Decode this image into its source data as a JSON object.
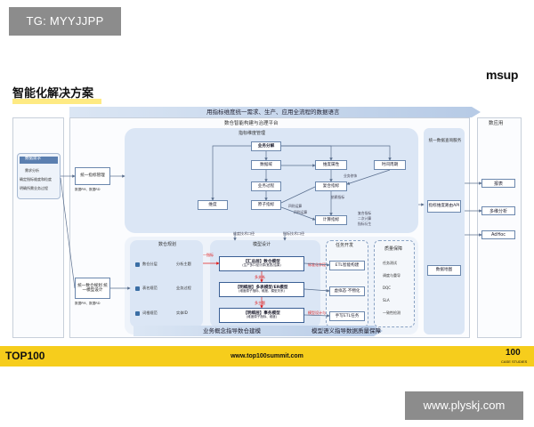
{
  "watermarks": {
    "top": "TG: MYYJJPP",
    "bottom": "www.plyskj.com"
  },
  "slide": {
    "title": "智能化解决方案",
    "logo": "msup",
    "top_arrow": "用指标维度统一需求、生产、应用全流程的数据语言",
    "center_title": "数仓智能构建与治理平台",
    "indicator_mgmt": {
      "title": "指标维度管理",
      "boxes": [
        "业务分解",
        "数据域",
        "维度属性",
        "时间周期",
        "业务过程",
        "复合指标",
        "维度",
        "原子指标",
        "计算指标"
      ],
      "small_labels": [
        "四则运算",
        "四则运算",
        "依赖指标",
        "业务修饰",
        "复合指标",
        "二次计算",
        "指标衍生"
      ]
    },
    "left_input": {
      "header": "数据需求",
      "items": [
        "需求分析",
        "确定指标维度和粒度",
        "明确所需业务过程"
      ]
    },
    "left_docs": [
      {
        "label": "统一指标管理",
        "sub": "数据PM、数据RD"
      },
      {
        "label": "统一数仓规划 统一模型设计",
        "sub": "数据PM、数据RD"
      }
    ],
    "dw_plan": {
      "title": "数仓规划",
      "items": [
        "数仓分层",
        "表名规范",
        "词根规范"
      ],
      "right": [
        "分析主题",
        "业务过程",
        "实体ID"
      ]
    },
    "model_design": {
      "title": "模型设计",
      "models": [
        {
          "title": "【汇总层】数仓模型",
          "sub": "(生产多口径计算/宽表/结果)"
        },
        {
          "title": "【明细层】多表模型/ER模型",
          "sub": "(维度原子指标、维度、模型关系)"
        },
        {
          "title": "【明细层】事务模型",
          "sub": "(维度原子指标、维度)"
        }
      ],
      "red_tags": [
        "一指标",
        "多关系",
        "多主题",
        "标准化字段",
        "模型设计与校验"
      ]
    },
    "task_dev": {
      "title": "任务开发",
      "items": [
        "ETL智能构建",
        "虚拟态·不物化",
        "手写ETL任务"
      ]
    },
    "quality": {
      "title": "质量保障",
      "items": [
        "任务测试",
        "调度与重导",
        "DQC",
        "SLA",
        "一致性检测"
      ]
    },
    "mid_labels": [
      "维度技术口径",
      "指标技术口径"
    ],
    "right_service": {
      "title": "统一数据查询服务",
      "items": [
        "指标维度路由API",
        "数据地图"
      ]
    },
    "right_app": {
      "title": "数应用",
      "items": [
        "报表",
        "多维分析",
        "AdHoc"
      ]
    },
    "bottom_arrow_left": "业务概念指导数仓建模",
    "bottom_arrow_right": "模型语义指导数据质量保障",
    "footer": {
      "left": "TOP100",
      "center": "www.top100summit.com",
      "right": "100",
      "right_sub": "CASE STUDIES"
    }
  }
}
